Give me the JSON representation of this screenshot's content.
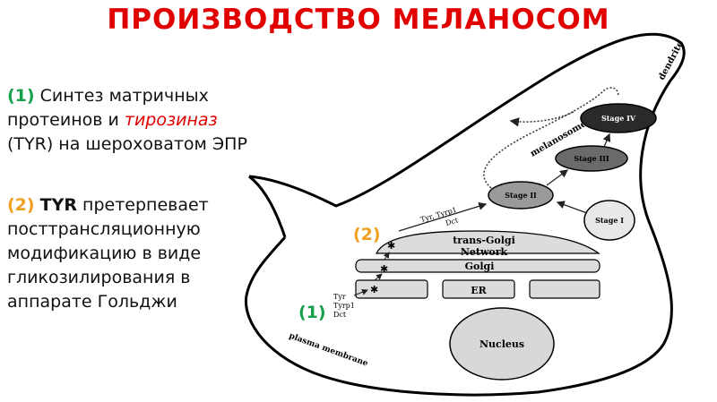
{
  "title": "ПРОИЗВОДСТВО МЕЛАНОСОМ",
  "step1": {
    "num": "(1)",
    "text_a": " Синтез матричных протеинов и ",
    "tyrosinase": "тирозиназ",
    "text_b": " (TYR) на шероховатом ЭПР"
  },
  "step2": {
    "num": "(2)",
    "tyr": "TYR",
    "text": " претерпевает посттрансляционную модификацию в виде гликозилирования в аппарате Гольджи"
  },
  "diagram": {
    "marker_1": "(1)",
    "marker_2": "(2)",
    "dendrite": "dendrite",
    "melanosomes": "melanosomes",
    "stage_1": "Stage I",
    "stage_2": "Stage II",
    "stage_3": "Stage III",
    "stage_4": "Stage IV",
    "tyr_tyrp1_dct_top_1": "Tyr, Tyrp1",
    "tyr_tyrp1_dct_top_2": "Dct",
    "trans_golgi": "trans-Golgi",
    "network": "Network",
    "golgi": "Golgi",
    "er": "ER",
    "nucleus": "Nucleus",
    "tyr_left": "Tyr",
    "tyrp1_left": "Tyrp1",
    "dct_left": "Dct",
    "plasma_membrane": "plasma membrane"
  }
}
